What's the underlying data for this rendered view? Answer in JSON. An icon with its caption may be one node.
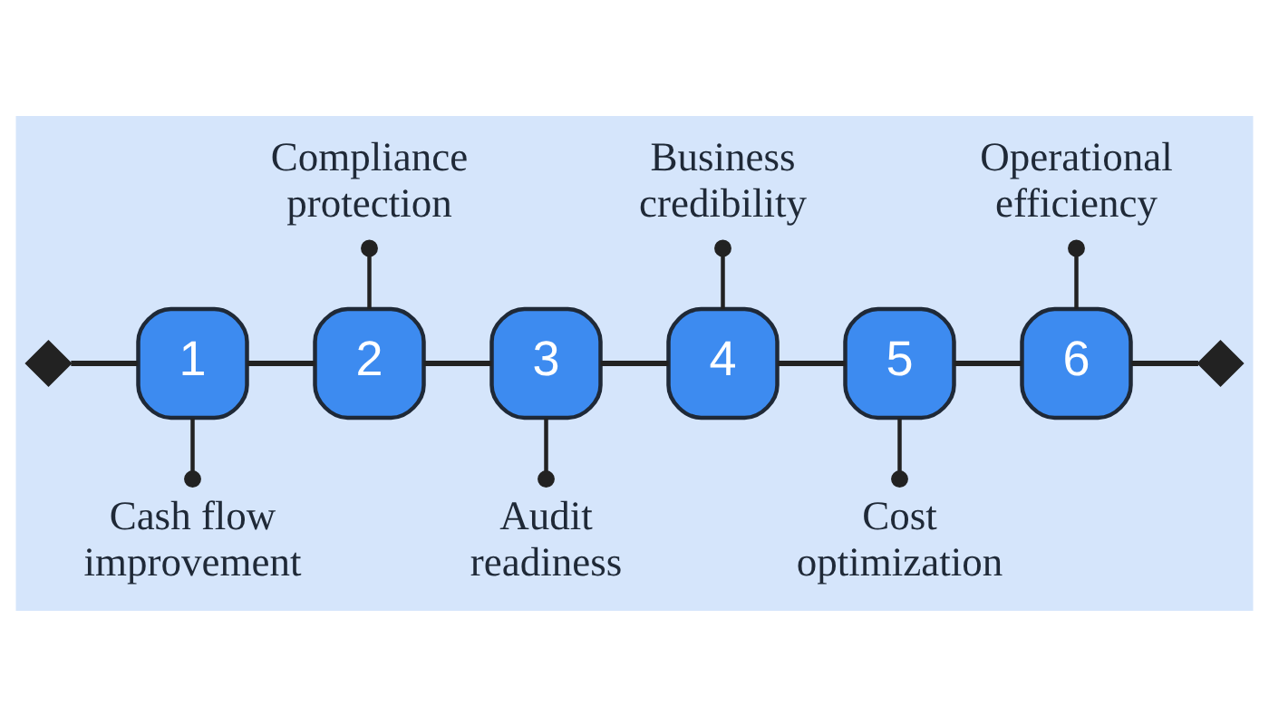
{
  "diagram": {
    "nodes": [
      {
        "text": [],
        "shape": "diamond"
      },
      {
        "text": [
          "1"
        ]
      },
      {
        "text": [
          "2"
        ]
      },
      {
        "text": [
          "3"
        ]
      },
      {
        "text": [
          "4"
        ]
      },
      {
        "text": [
          "5"
        ]
      },
      {
        "text": [
          "6"
        ]
      },
      {
        "text": [],
        "shape": "diamond"
      },
      {
        "text": [
          "Compliance protection"
        ]
      },
      {
        "text": [
          "Business credibility"
        ]
      },
      {
        "text": [
          "Operational efficiency"
        ]
      },
      {
        "text": [
          "Cash flow improvement"
        ]
      },
      {
        "text": [
          "Audit readiness"
        ]
      },
      {
        "text": [
          "Cost optimization"
        ]
      }
    ],
    "edges": [
      {
        "from": 0,
        "to": 1,
        "arrow": "none"
      },
      {
        "from": 1,
        "to": 2,
        "arrow": "none"
      },
      {
        "from": 2,
        "to": 3,
        "arrow": "none"
      },
      {
        "from": 3,
        "to": 4,
        "arrow": "none"
      },
      {
        "from": 4,
        "to": 5,
        "arrow": "none"
      },
      {
        "from": 5,
        "to": 6,
        "arrow": "none"
      },
      {
        "from": 6,
        "to": 7,
        "arrow": "none"
      },
      {
        "from": 8,
        "to": 2,
        "arrow": "other"
      },
      {
        "from": 9,
        "to": 4,
        "arrow": "other"
      },
      {
        "from": 10,
        "to": 6,
        "arrow": "other"
      },
      {
        "from": 11,
        "to": 1,
        "arrow": "other"
      },
      {
        "from": 12,
        "to": 3,
        "arrow": "other"
      },
      {
        "from": 13,
        "to": 5,
        "arrow": "other"
      }
    ]
  }
}
